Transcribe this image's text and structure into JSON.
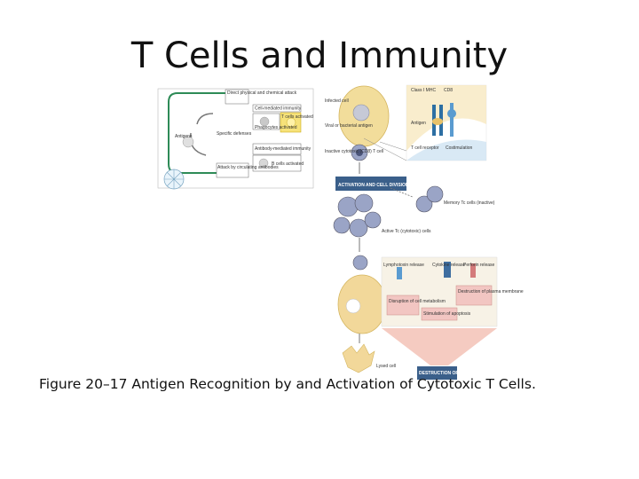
{
  "slide": {
    "title": "T Cells and Immunity",
    "caption": "Figure 20–17 Antigen Recognition by and Activation of Cytotoxic T Cells."
  },
  "inset": {
    "direct_attack": "Direct physical and chemical attack",
    "cell_mediated": "Cell-mediated immunity",
    "antigens": "Antigens",
    "specific_defenses": "Specific defenses",
    "phagocytes": "Phagocytes activated",
    "t_cells": "T cells activated",
    "antibody_mediated": "Antibody-mediated immunity",
    "attack_antibodies": "Attack by circulating antibodies",
    "b_cells": "B cells activated"
  },
  "diagram": {
    "infected_cell": "Infected cell",
    "viral_antigen": "Viral or bacterial antigen",
    "class1_mhc": "Class I MHC",
    "cd8": "CD8",
    "antigen": "Antigen",
    "t_cell_receptor": "T cell receptor",
    "costimulation": "Costimulation",
    "inactive_t": "Inactive cytotoxic (CD8) T cell",
    "activation": "ACTIVATION AND CELL DIVISION",
    "memory": "Memory Tc cells (inactive)",
    "active_t": "Active Tc (cytotoxic) cells",
    "lymphotoxin": "Lymphotoxin release",
    "cytokine": "Cytokine release",
    "perforin": "Perforin release",
    "destruction_membrane": "Destruction of plasma membrane",
    "disruption": "Disruption of cell metabolism",
    "stimulation": "Stimulation of apoptosis",
    "lysed": "Lysed cell",
    "destruction_target": "DESTRUCTION OF TARGET CELL"
  }
}
